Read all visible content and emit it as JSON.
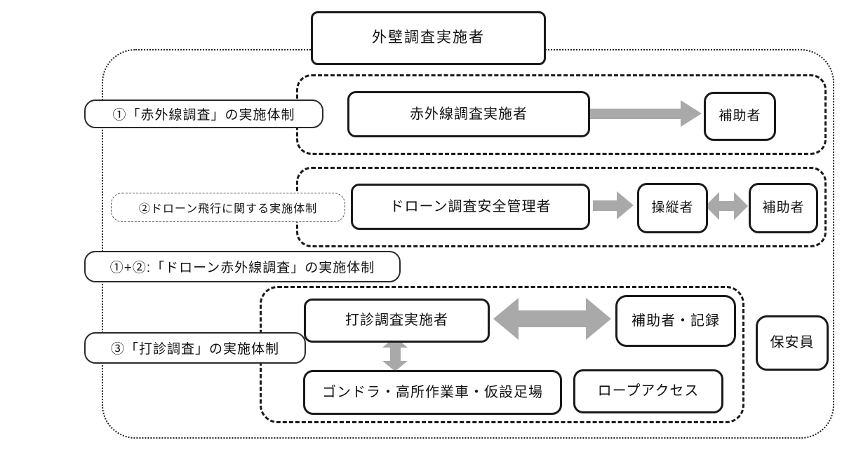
{
  "diagram": {
    "title": "外壁調査実施者",
    "section1": {
      "label": "①「赤外線調査」の実施体制",
      "lead": "赤外線調査実施者",
      "assistant": "補助者"
    },
    "section2": {
      "label": "②ドローン飛行に関する実施体制",
      "manager": "ドローン調査安全管理者",
      "operator": "操縦者",
      "assistant": "補助者"
    },
    "section1plus2": {
      "label": "①+②:「ドローン赤外線調査」の実施体制"
    },
    "section3": {
      "label": "③「打診調査」の実施体制",
      "lead": "打診調査実施者",
      "assistant": "補助者・記録",
      "access_platform": "ゴンドラ・高所作業車・仮設足場",
      "rope_access": "ロープアクセス",
      "guard": "保安員"
    },
    "colors": {
      "arrow": "#a9a9a9",
      "border": "#1a1a1a"
    }
  }
}
